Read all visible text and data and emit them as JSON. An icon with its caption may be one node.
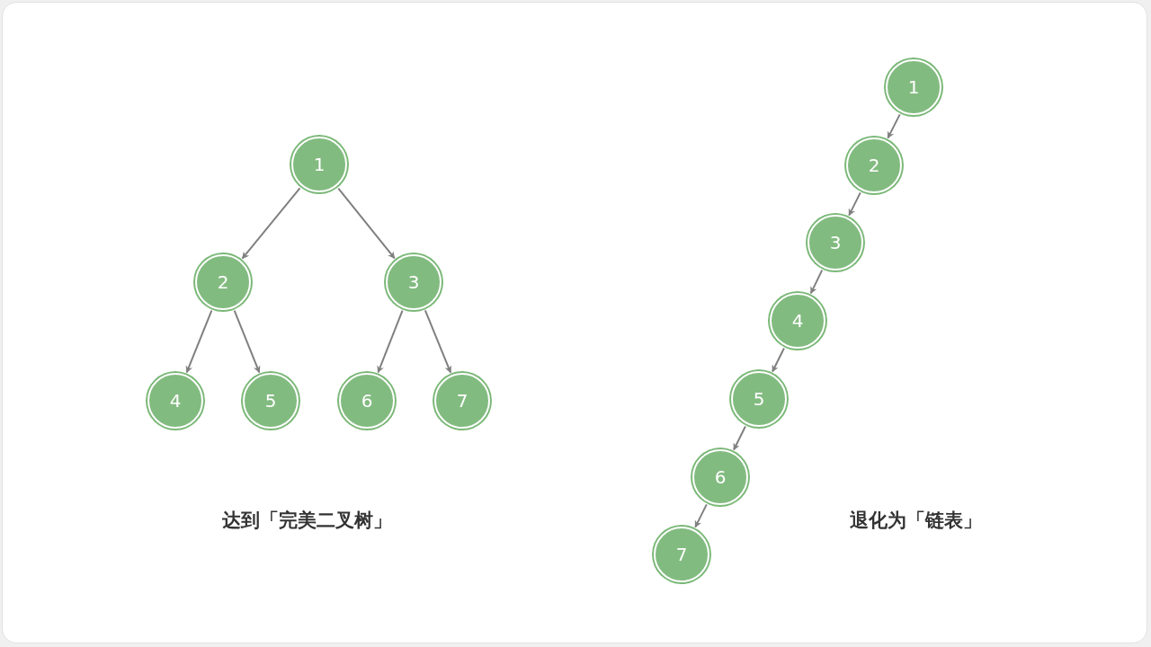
{
  "diagram": {
    "nodes": [
      {
        "text": [
          "1"
        ]
      },
      {
        "text": [
          "2"
        ]
      },
      {
        "text": [
          "3"
        ]
      },
      {
        "text": [
          "4"
        ]
      },
      {
        "text": [
          "5"
        ]
      },
      {
        "text": [
          "6"
        ]
      },
      {
        "text": [
          "7"
        ]
      },
      {
        "text": [
          "1"
        ]
      },
      {
        "text": [
          "2"
        ]
      },
      {
        "text": [
          "3"
        ]
      },
      {
        "text": [
          "4"
        ]
      },
      {
        "text": [
          "5"
        ]
      },
      {
        "text": [
          "6"
        ]
      },
      {
        "text": [
          "7"
        ]
      }
    ],
    "edges": [
      {
        "from": 0,
        "to": 1,
        "arrow": "to"
      },
      {
        "from": 0,
        "to": 2,
        "arrow": "to"
      },
      {
        "from": 1,
        "to": 3,
        "arrow": "to"
      },
      {
        "from": 1,
        "to": 4,
        "arrow": "to"
      },
      {
        "from": 2,
        "to": 5,
        "arrow": "to"
      },
      {
        "from": 2,
        "to": 6,
        "arrow": "to"
      },
      {
        "from": 7,
        "to": 8,
        "arrow": "to"
      },
      {
        "from": 8,
        "to": 9,
        "arrow": "to"
      },
      {
        "from": 9,
        "to": 10,
        "arrow": "to"
      },
      {
        "from": 10,
        "to": 11,
        "arrow": "to"
      },
      {
        "from": 11,
        "to": 12,
        "arrow": "to"
      },
      {
        "from": 12,
        "to": 13,
        "arrow": "to"
      }
    ],
    "labels": [
      "达到「完美二叉树」",
      "退化为「链表」"
    ]
  }
}
